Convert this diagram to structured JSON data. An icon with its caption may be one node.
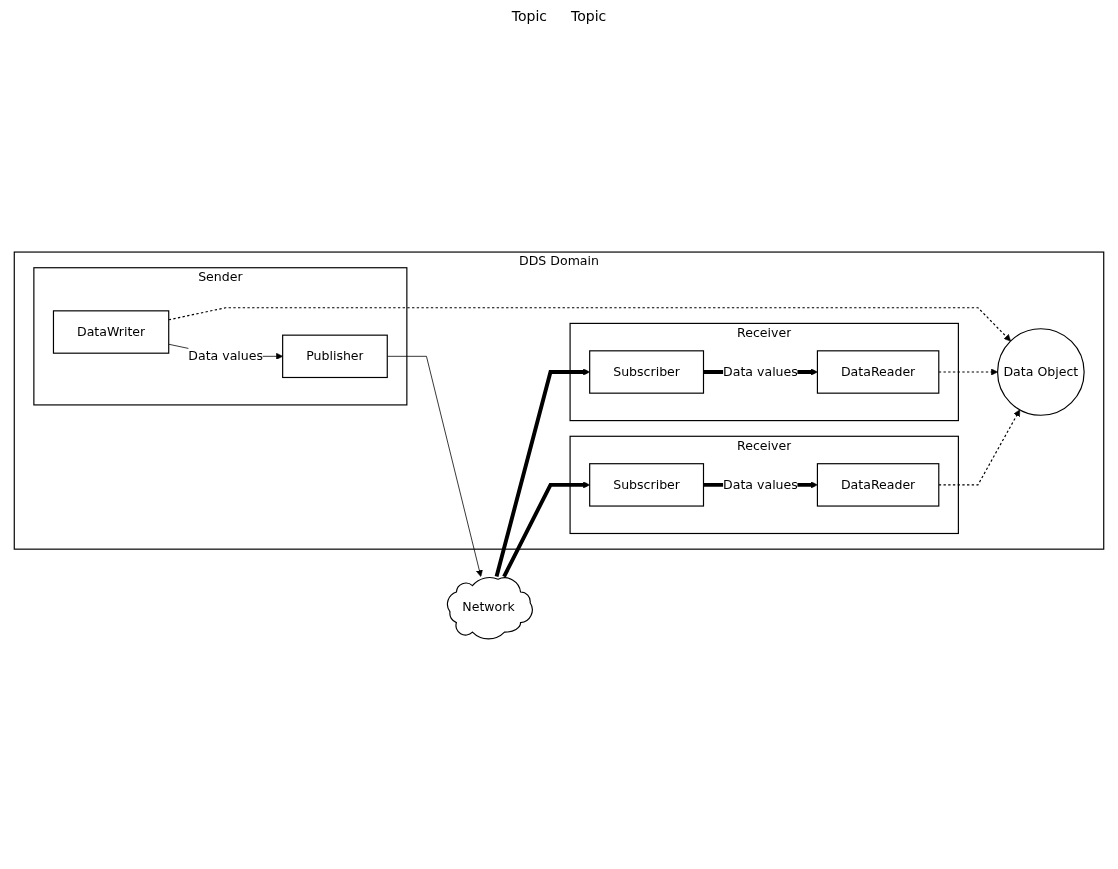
{
  "diagram": {
    "nodes": [
      {
        "text": [
          "DDS Domain"
        ]
      },
      {
        "text": [
          "Data Object"
        ],
        "in": 0
      },
      {
        "text": [
          "Sender"
        ],
        "in": 0
      },
      {
        "text": [
          "Publisher"
        ],
        "in": 2
      },
      {
        "text": [
          "DataWriter"
        ],
        "in": 2
      },
      {
        "text": [
          "Receiver"
        ],
        "in": 0
      },
      {
        "text": [
          "Subscriber"
        ],
        "in": 5
      },
      {
        "text": [
          "DataReader"
        ],
        "in": 5
      },
      {
        "text": [
          "Receiver"
        ],
        "in": 0
      },
      {
        "text": [
          "Subscriber"
        ],
        "in": 8
      },
      {
        "text": [
          "DataReader"
        ],
        "in": 8
      },
      {
        "text": [
          "Network"
        ]
      }
    ],
    "edges": [
      {
        "from": 4,
        "to": 3,
        "arrow": "to",
        "label": "Data values"
      },
      {
        "from": 4,
        "to": 1,
        "arrow": "to",
        "style": "dashed"
      },
      {
        "from": 3,
        "to": 11,
        "arrow": "to"
      },
      {
        "from": 11,
        "to": 6,
        "arrow": "to",
        "style": "thick"
      },
      {
        "from": 11,
        "to": 9,
        "arrow": "to",
        "style": "thick"
      },
      {
        "from": 6,
        "to": 7,
        "arrow": "to",
        "label": "Data values",
        "style": "thick"
      },
      {
        "from": 7,
        "to": 1,
        "arrow": "to",
        "style": "dashed"
      },
      {
        "from": 9,
        "to": 10,
        "arrow": "to",
        "label": "Data values",
        "style": "thick"
      },
      {
        "from": 10,
        "to": 1,
        "arrow": "to",
        "style": "dashed"
      }
    ],
    "labels": [
      "Topic",
      "Topic"
    ]
  }
}
